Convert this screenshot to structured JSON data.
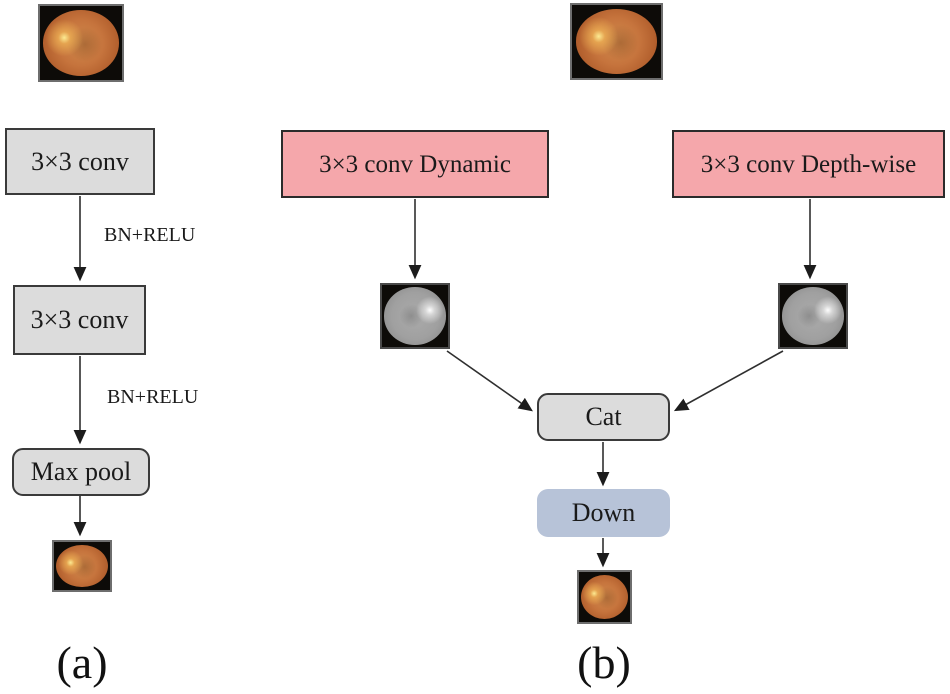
{
  "figure_type": "cnn-downsampling-block-comparison-diagram",
  "colors": {
    "gray_box_fill": "#dcdcdc",
    "pink_box_fill": "#f5a7ab",
    "blue_box_fill": "#b7c3d8",
    "box_border": "#3a3a3a",
    "arrow": "#2f2f2f",
    "background": "#ffffff"
  },
  "panel_a": {
    "label": "(a)",
    "input_image": "color-fundus-photo",
    "conv1_label": "3×3 conv",
    "bn_relu_1": "BN+RELU",
    "conv2_label": "3×3 conv",
    "bn_relu_2": "BN+RELU",
    "maxpool_label": "Max pool",
    "output_image": "color-fundus-photo"
  },
  "panel_b": {
    "label": "(b)",
    "input_image": "color-fundus-photo",
    "dynamic_label": "3×3 conv Dynamic",
    "depthwise_label": "3×3 conv Depth-wise",
    "feature_map_left": "grayscale-fundus-feature-map",
    "feature_map_right": "grayscale-fundus-feature-map",
    "cat_label": "Cat",
    "down_label": "Down",
    "output_image": "color-fundus-photo"
  }
}
